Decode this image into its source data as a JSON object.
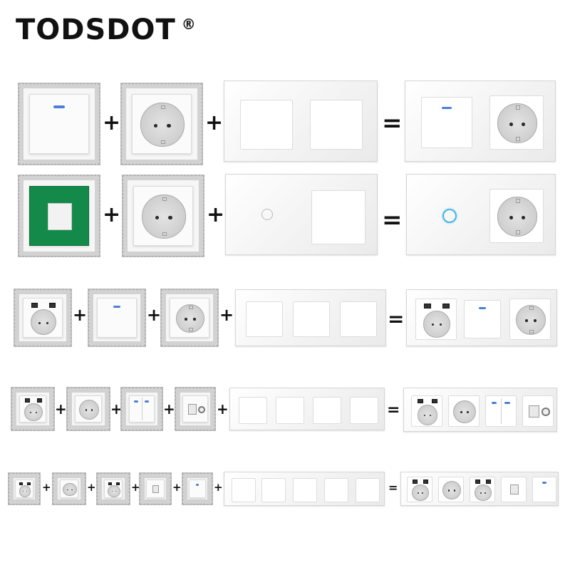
{
  "brand": {
    "name": "TODSDOT",
    "mark": "®"
  },
  "operators": {
    "plus": "+",
    "equals": "="
  },
  "rows": [
    {
      "parts": [
        "rocker-switch-module",
        "schuko-socket-module",
        "two-gang-glass-frame"
      ],
      "result": "switch-plus-socket-panel"
    },
    {
      "parts": [
        "keystone-module",
        "schuko-socket-module",
        "two-gang-touch-glass-frame"
      ],
      "result": "touch-switch-plus-socket-panel"
    },
    {
      "parts": [
        "usb-socket-module",
        "rocker-switch-module",
        "schuko-socket-module",
        "three-gang-glass-frame"
      ],
      "result": "usb-socket-switch-socket-panel"
    },
    {
      "parts": [
        "usb-french-socket-module",
        "french-socket-module",
        "double-rocker-module",
        "data-tv-module",
        "four-gang-glass-frame"
      ],
      "result": "four-gang-panel"
    },
    {
      "parts": [
        "usb-french-socket-module",
        "schuko-socket-module",
        "usb-socket-module",
        "data-module",
        "rocker-switch-module",
        "five-gang-glass-frame"
      ],
      "result": "five-gang-panel"
    }
  ]
}
